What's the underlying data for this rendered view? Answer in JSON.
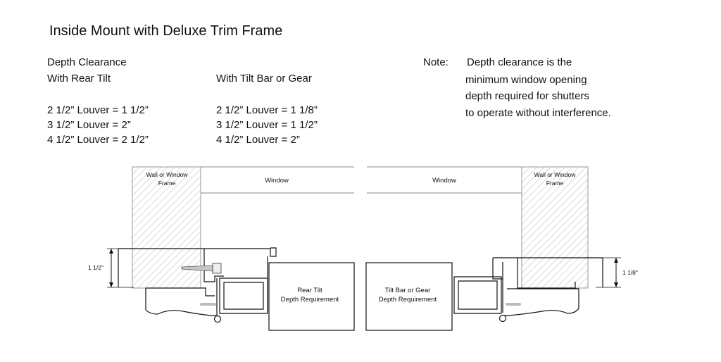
{
  "title": "Inside Mount with Deluxe Trim Frame",
  "left_column": {
    "heading1": "Depth Clearance",
    "heading2": "With Rear Tilt",
    "rows": [
      "2 1/2” Louver = 1 1/2”",
      "3 1/2” Louver = 2”",
      "4 1/2” Louver = 2 1/2”"
    ]
  },
  "middle_column": {
    "heading": "With Tilt Bar or Gear",
    "rows": [
      "2 1/2” Louver = 1 1/8”",
      "3 1/2” Louver = 1 1/2”",
      "4 1/2” Louver = 2”"
    ]
  },
  "note": {
    "label": "Note:",
    "lines": [
      "Depth clearance is the",
      "minimum window opening",
      "depth required for shutters",
      "to operate without interference."
    ]
  },
  "diagram_left": {
    "wall_label_1": "Wall or Window",
    "wall_label_2": "Frame",
    "window_label": "Window",
    "dimension": "1 1/2\"",
    "box_label_1": "Rear Tilt",
    "box_label_2": "Depth Requirement"
  },
  "diagram_right": {
    "wall_label_1": "Wall or Window",
    "wall_label_2": "Frame",
    "window_label": "Window",
    "dimension": "1 1/8\"",
    "box_label_1": "Tilt Bar or Gear",
    "box_label_2": "Depth Requirement"
  }
}
